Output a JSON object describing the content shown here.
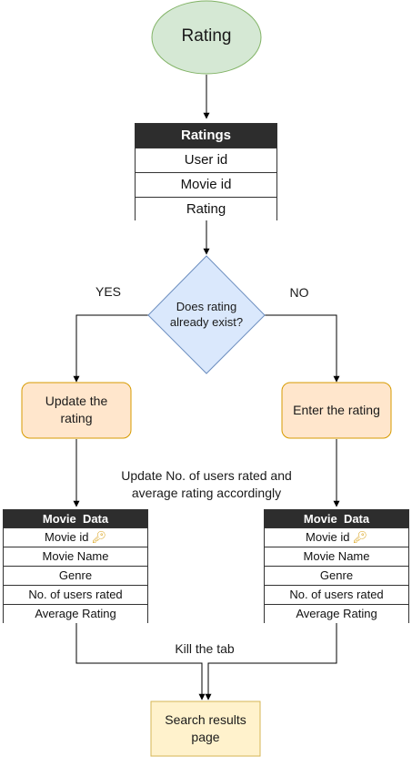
{
  "start": {
    "label": "Rating"
  },
  "ratings_table": {
    "title": "Ratings",
    "rows": [
      "User id",
      "Movie id",
      "Rating"
    ]
  },
  "decision": {
    "question": "Does rating already exist?",
    "yes_label": "YES",
    "no_label": "NO"
  },
  "update_box": {
    "label": "Update the rating"
  },
  "enter_box": {
    "label": "Enter the rating"
  },
  "update_note": "Update No. of users rated and average rating accordingly",
  "left_movie_table": {
    "title": "Movie  Data",
    "rows": [
      "Movie id",
      "Movie Name",
      "Genre",
      "No. of users rated",
      "Average Rating"
    ],
    "key_icon": "key-icon"
  },
  "right_movie_table": {
    "title": "Movie  Data",
    "rows": [
      "Movie id",
      "Movie Name",
      "Genre",
      "No. of users rated",
      "Average Rating"
    ],
    "key_icon": "key-icon"
  },
  "kill_tab_label": "Kill the tab",
  "end_box": {
    "label": "Search results page"
  },
  "colors": {
    "start_fill": "#d5e8d4",
    "start_stroke": "#82b366",
    "decision_fill": "#dae8fc",
    "decision_stroke": "#6c8ebf",
    "process_fill": "#ffe6cc",
    "process_stroke": "#d79b00",
    "end_fill": "#fff2cc",
    "end_stroke": "#d6b656",
    "table_header": "#2d2d2d"
  }
}
